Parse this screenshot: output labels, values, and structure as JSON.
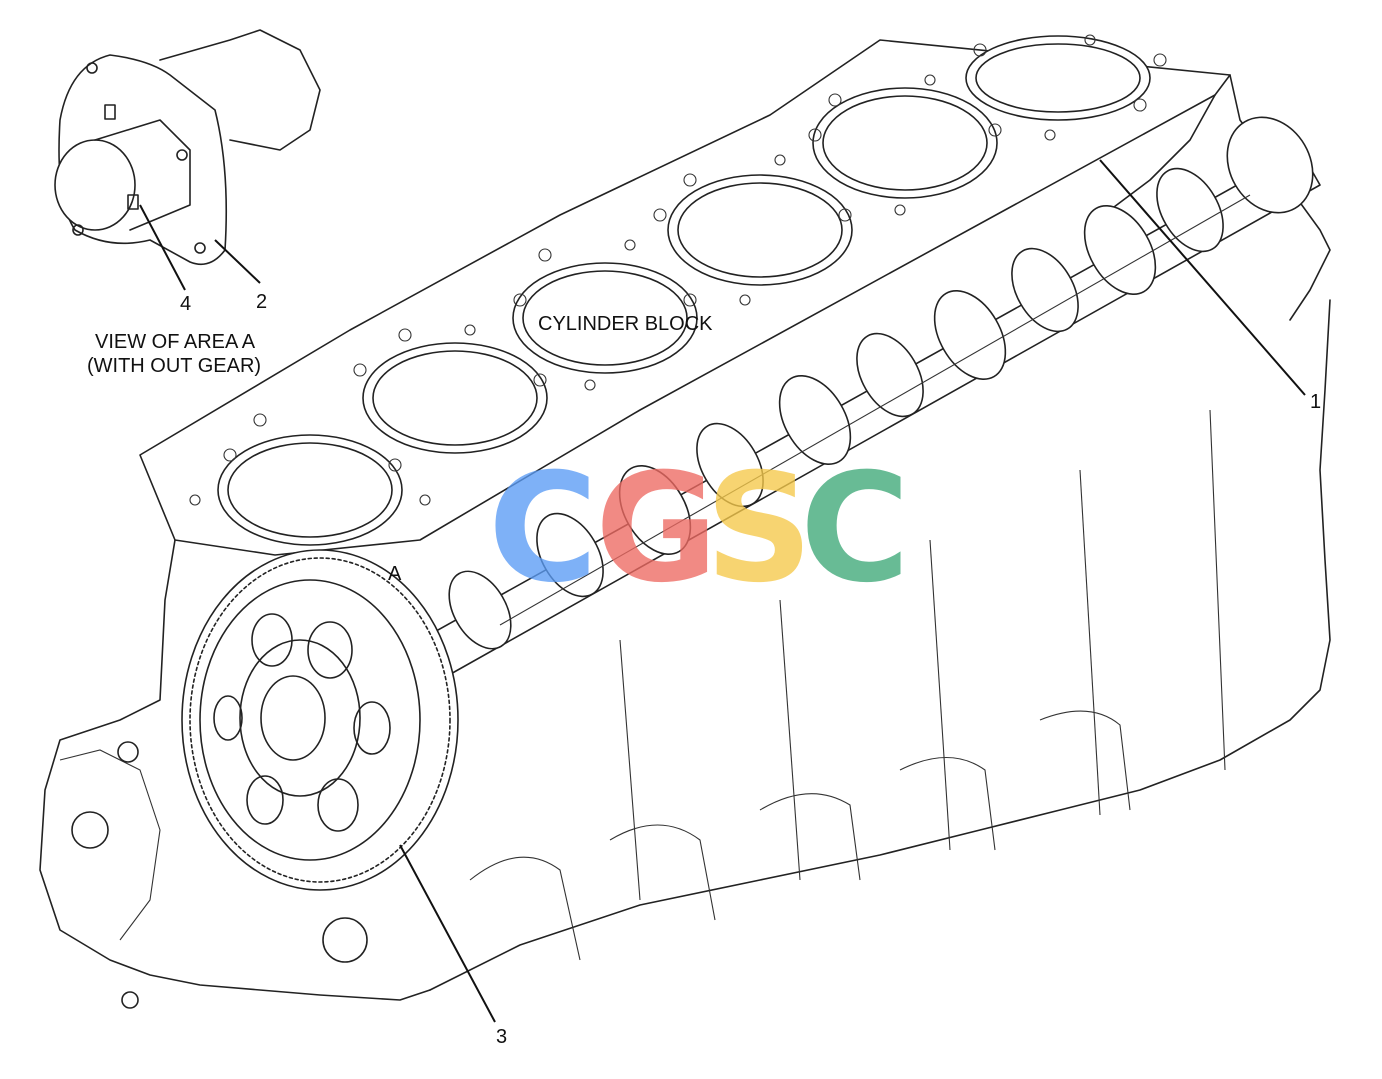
{
  "labels": {
    "cylinder_block": "CYLINDER BLOCK",
    "area_marker": "A",
    "view_caption_line1": "VIEW OF AREA A",
    "view_caption_line2": "(WITH OUT GEAR)"
  },
  "callouts": {
    "c1": "1",
    "c2": "2",
    "c3": "3",
    "c4": "4"
  },
  "watermark": {
    "letters": [
      "C",
      "G",
      "S",
      "C"
    ],
    "colors": [
      "#5b9cf5",
      "#ee6a62",
      "#f6c94a",
      "#3ea878"
    ]
  },
  "colors": {
    "line": "#222222",
    "background": "#ffffff"
  }
}
